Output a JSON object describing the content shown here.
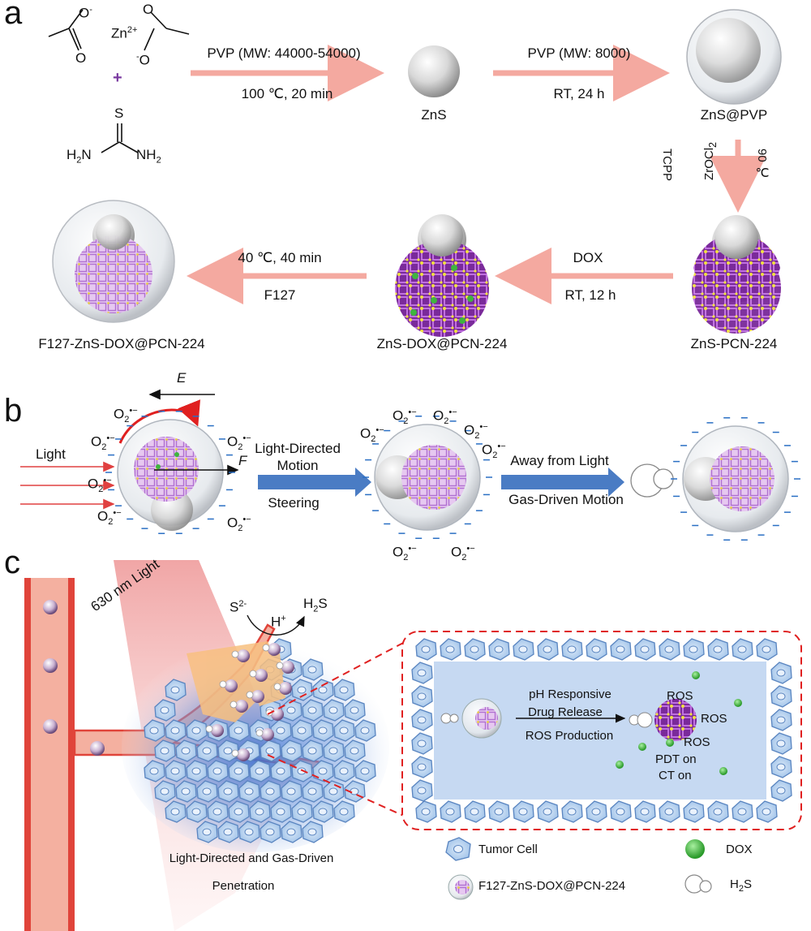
{
  "panels": {
    "a": "a",
    "b": "b",
    "c": "c"
  },
  "colors": {
    "arrow_pink": "#f4a9a0",
    "arrow_blue": "#4a7cc4",
    "mof_purple": "#9b3fb5",
    "mof_node_yellow": "#f0e040",
    "dox_green": "#3fb43f",
    "vessel_red": "#e0443a",
    "tumor_blue": "#b8d4f0",
    "light_red": "#f08080"
  },
  "panel_a": {
    "zn": "Zn",
    "zn_charge": "2+",
    "o_minus_left": "O",
    "o_left": "O",
    "o_minus_right": "O",
    "o_right": "O",
    "plus": "+",
    "thiourea_s": "S",
    "h2n": "H",
    "h2n_n": "N",
    "nh2_n": "NH",
    "sub2": "2",
    "minus": "-",
    "step1_top": "PVP (MW: 44000-54000)",
    "step1_bottom": "100 ℃, 20 min",
    "zns": "ZnS",
    "step2_top": "PVP (MW: 8000)",
    "step2_bottom": "RT, 24 h",
    "zns_pvp": "ZnS@PVP",
    "step3_a": "ZrOCl",
    "step3_a_sub": "2",
    "step3_b": "TCPP",
    "step3_c": "90 ℃",
    "zns_pcn": "ZnS-PCN-224",
    "step4_top": "DOX",
    "step4_bottom": "RT, 12 h",
    "zns_dox_pcn": "ZnS-DOX@PCN-224",
    "step5_top": "40 ℃, 40 min",
    "step5_bottom": "F127",
    "f127_product": "F127-ZnS-DOX@PCN-224"
  },
  "panel_b": {
    "e_label": "E",
    "f_label": "F",
    "light": "Light",
    "o2": "O",
    "o2_sub": "2",
    "o2_sup": "•−",
    "arrow1_top1": "Light-Directed",
    "arrow1_top2": "Motion",
    "arrow1_bottom": "Steering",
    "arrow2_top": "Away from Light",
    "arrow2_bottom": "Gas-Driven Motion"
  },
  "panel_c": {
    "light_630": "630 nm Light",
    "s2": "S",
    "s2_sup": "2-",
    "h_plus": "H",
    "h_plus_sup": "+",
    "h2s": "H",
    "h2s_sub": "2",
    "h2s_s": "S",
    "inset_line1": "pH Responsive",
    "inset_line2": "Drug Release",
    "inset_line3": "ROS Production",
    "ros": "ROS",
    "pdt": "PDT on",
    "ct": "CT on",
    "penetration_1": "Light-Directed and Gas-Driven",
    "penetration_2": "Penetration",
    "legend_tumor": "Tumor Cell",
    "legend_dox": "DOX",
    "legend_particle": "F127-ZnS-DOX@PCN-224",
    "legend_h2s_h": "H",
    "legend_h2s_sub": "2",
    "legend_h2s_s": "S"
  }
}
